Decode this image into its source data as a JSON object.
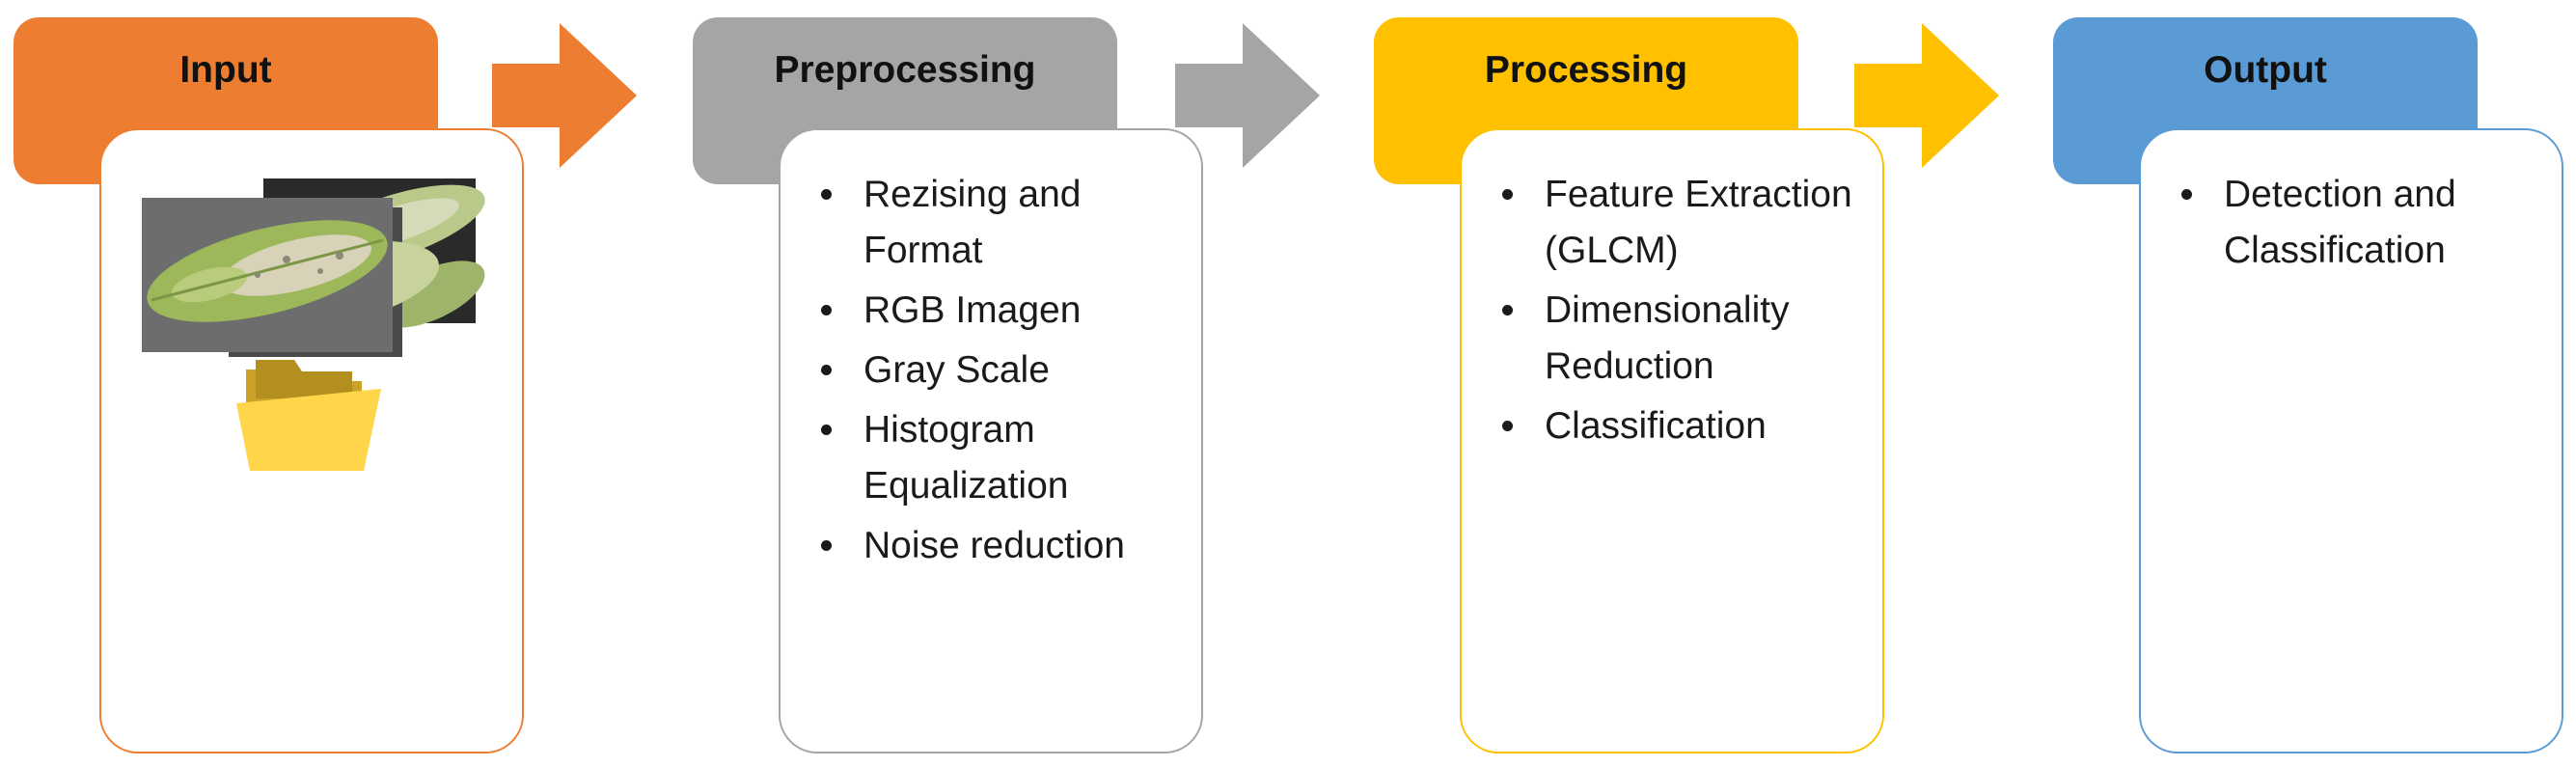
{
  "stages": [
    {
      "title": "Input",
      "color": "#ED7D31",
      "items": []
    },
    {
      "title": "Preprocessing",
      "color": "#A5A5A5",
      "items": [
        "Rezising and Format",
        "RGB Imagen",
        "Gray Scale",
        "Histogram Equalization",
        "Noise reduction"
      ]
    },
    {
      "title": "Processing",
      "color": "#FFC000",
      "items": [
        "Feature Extraction (GLCM)",
        "Dimensionality Reduction",
        "Classification"
      ]
    },
    {
      "title": "Output",
      "color": "#5B9BD5",
      "items": [
        "Detection and Classification"
      ]
    }
  ],
  "input_icons": [
    "leaf-image-stack",
    "folder-icon"
  ]
}
